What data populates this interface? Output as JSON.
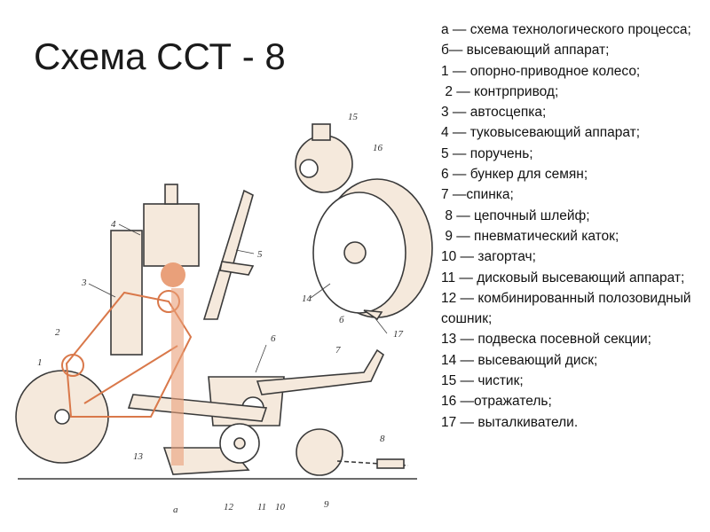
{
  "title": "Схема ССТ - 8",
  "legend": [
    "а — схема технологического процесса;",
    "б— высевающий аппарат;",
    "1 — опорно-приводное колесо;",
    " 2 — контрпривод;",
    "3 — автосцепка;",
    "4 — туковысевающий аппарат;",
    "5 — поручень;",
    "6 — бункер для семян;",
    "7 —спинка;",
    " 8 — цепочный шлейф;",
    " 9 — пневматический каток;",
    "10 — загортач;",
    "11 — дисковый высевающий аппарат;",
    "12 — комбинированный полозовидный сошник;",
    "13 — подвеска посевной секции;",
    "14 — высевающий диск;",
    "15 — чистик;",
    "16 —отражатель;",
    "17 — выталкиватели."
  ],
  "drawing": {
    "labels": [
      "1",
      "2",
      "3",
      "4",
      "5",
      "6",
      "7",
      "8",
      "9",
      "10",
      "11",
      "12",
      "13",
      "14",
      "15",
      "16",
      "17",
      "а",
      "б"
    ],
    "colors": {
      "line": "#3a3a3a",
      "accent": "#d9784a",
      "fill": "#f5e9dc"
    }
  }
}
